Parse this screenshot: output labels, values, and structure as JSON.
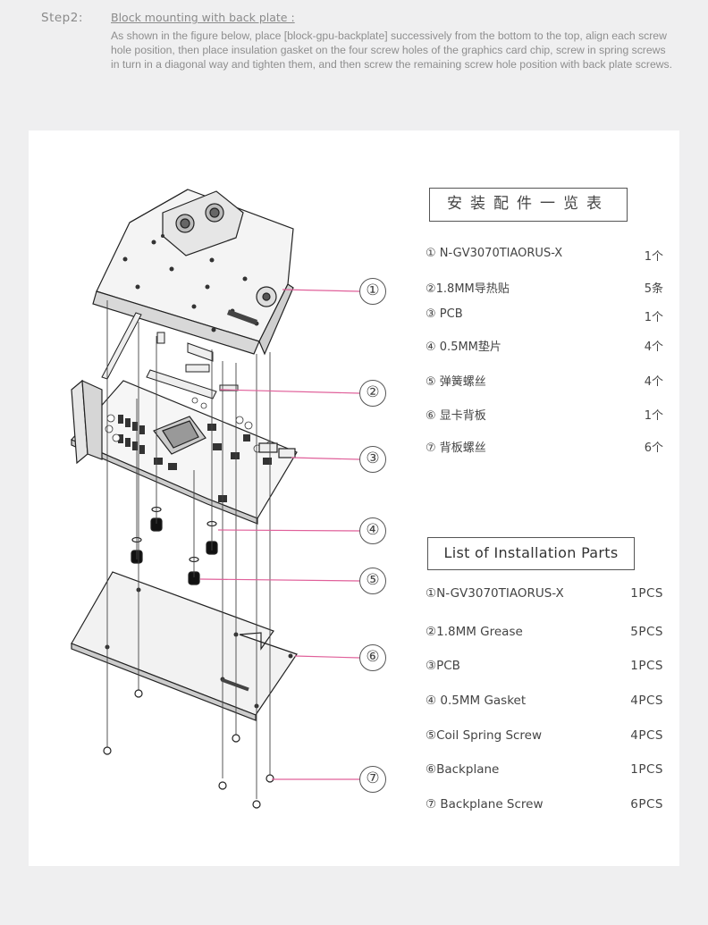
{
  "step": {
    "label": "Step2:",
    "title": "Block mounting with back plate :",
    "description": "As shown in the figure below, place [block-gpu-backplate] successively from the bottom to the top, align each screw hole position, then place insulation gasket on the four screw holes of the graphics card chip, screw in spring screws in turn in a diagonal way and tighten them, and then screw the remaining screw hole position with back plate screws."
  },
  "callouts": [
    "①",
    "②",
    "③",
    "④",
    "⑤",
    "⑥",
    "⑦"
  ],
  "cn_parts": {
    "title": "安装配件一览表",
    "items": [
      {
        "name": "① N-GV3070TIAORUS-X",
        "qty": "1个"
      },
      {
        "name": "②1.8MM导热贴",
        "qty": "5条"
      },
      {
        "name": "③ PCB",
        "qty": "1个"
      },
      {
        "name": "④ 0.5MM垫片",
        "qty": "4个"
      },
      {
        "name": "⑤ 弹簧螺丝",
        "qty": "4个"
      },
      {
        "name": "⑥ 显卡背板",
        "qty": "1个"
      },
      {
        "name": "⑦ 背板螺丝",
        "qty": "6个"
      }
    ]
  },
  "en_parts": {
    "title": "List of Installation Parts",
    "items": [
      {
        "name": "①N-GV3070TIAORUS-X",
        "qty": "1PCS"
      },
      {
        "name": "②1.8MM Grease",
        "qty": "5PCS"
      },
      {
        "name": "③PCB",
        "qty": "1PCS"
      },
      {
        "name": "④ 0.5MM Gasket",
        "qty": "4PCS"
      },
      {
        "name": "⑤Coil Spring Screw",
        "qty": "4PCS"
      },
      {
        "name": "⑥Backplane",
        "qty": "1PCS"
      },
      {
        "name": "⑦ Backplane Screw",
        "qty": "6PCS"
      }
    ]
  },
  "colors": {
    "background": "#efeff0",
    "panel": "#ffffff",
    "leader_line": "#e0609a",
    "drawing": "#222222"
  }
}
